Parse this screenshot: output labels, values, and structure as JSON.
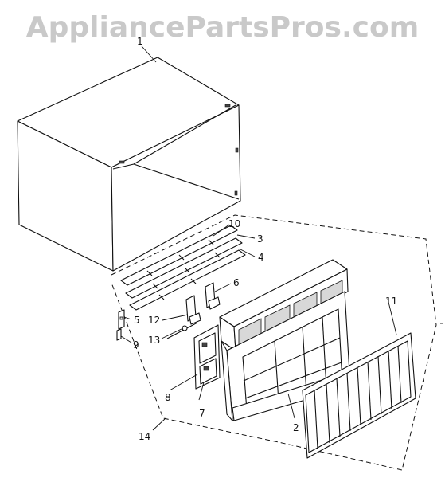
{
  "watermark": "AppliancePartsPros.com",
  "callouts": {
    "c1": "1",
    "c2": "2",
    "c3": "3",
    "c4": "4",
    "c5": "5",
    "c6": "6",
    "c7": "7",
    "c8": "8",
    "c9": "9",
    "c10": "10",
    "c11": "11",
    "c12": "12",
    "c13": "13",
    "c14": "14"
  }
}
